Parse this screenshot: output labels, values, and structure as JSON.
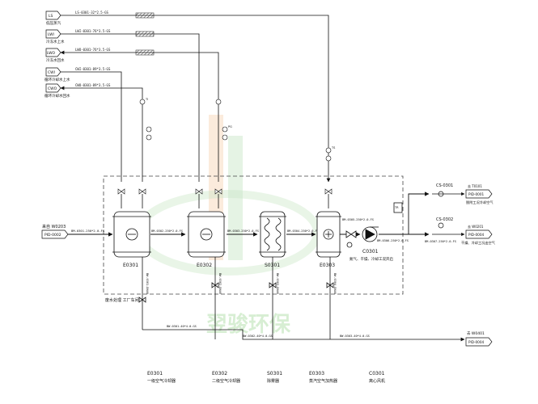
{
  "watermark": {
    "company": "翌骏环保",
    "brand_color": "#8fcf84",
    "accent_color": "#f1a866"
  },
  "inlet_streams": [
    {
      "tag": "LS",
      "name": "低压蒸汽",
      "line": "LS-0301-32*2.5-GS"
    },
    {
      "tag": "LWI",
      "name": "冷冻水上水",
      "line": "LWI-0301-76*3.5-GS"
    },
    {
      "tag": "LWO",
      "name": "冷冻水回水",
      "line": "LWO-0301-76*3.5-GS"
    },
    {
      "tag": "CWI",
      "name": "循环冷却水上水",
      "line": "CWI-0301-89*3.5-GS"
    },
    {
      "tag": "CWO",
      "name": "循环冷却水回水",
      "line": "CWO-0301-89*3.5-GS"
    }
  ],
  "inlet": {
    "label": "来自 W0203",
    "ref": "PID-0002",
    "line": "BM-0301-250*2.0-FS"
  },
  "area_label": "废水处理 工厂车间",
  "equipment": [
    {
      "tag": "E0301",
      "name": "一级空气冷却器"
    },
    {
      "tag": "E0302",
      "name": "二级空气冷却器"
    },
    {
      "tag": "S0301",
      "name": "除雾器"
    },
    {
      "tag": "E0303",
      "name": "蒸汽空气加热器"
    },
    {
      "tag": "C0301",
      "name": "离心风机"
    }
  ],
  "process_lines": [
    "BM-0302-250*2.0-FS",
    "BM-0303-250*2.0-FS",
    "BM-0304-250*2.0-FS",
    "BM-0305-250*2.0-FS",
    "BM-0306-250*2.0-FS",
    "BM-0307-250*2.0-FS"
  ],
  "drain_lines": [
    "BW-0301-DN40",
    "BW-0302-DN40",
    "BW-0303-DN40",
    "BW-0304-DN40",
    "BW-0301-40*4.0-GS",
    "BW-0302-40*4.0-GS",
    "BW-0303-40*4.0-GS"
  ],
  "fan_note": "氮气、干燥、冷却工况开启",
  "outlets": [
    {
      "sensor": "CS-0301",
      "dest": "去 T0101",
      "ref": "PID-0001",
      "desc": "脱附工况冷却空气"
    },
    {
      "sensor": "CS-0302",
      "dest": "去 W0201",
      "ref": "PID-0004",
      "desc": "干燥、冷却工况出空气"
    }
  ],
  "drain_outlet": {
    "dest": "去 W0401",
    "ref": "PID-0004"
  },
  "instruments": {
    "ti": "TI",
    "pg": "PG",
    "ts": "TS",
    "tr": "TR"
  }
}
